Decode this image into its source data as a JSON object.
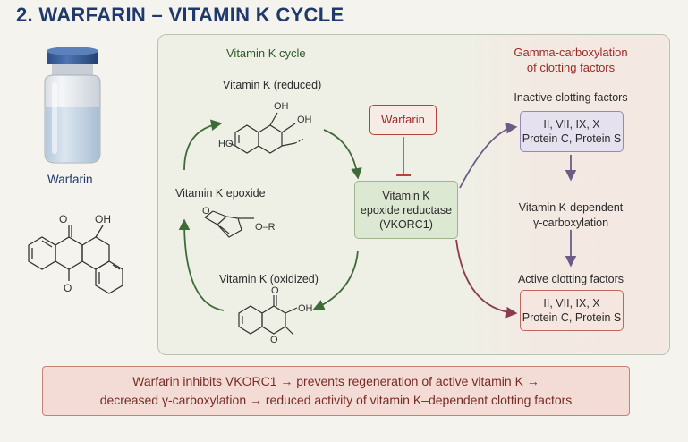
{
  "title": "2. WARFARIN – VITAMIN K CYCLE",
  "drug": {
    "label": "Warfarin",
    "structure_labels": {
      "o_top": "O",
      "oh": "OH",
      "o_bottom": "O"
    }
  },
  "cycle": {
    "heading": "Vitamin K cycle",
    "reduced": {
      "label": "Vitamin K (reduced)",
      "oh_top": "OH",
      "oh_right": "OH",
      "ho_left": "HO"
    },
    "epoxide": {
      "label": "Vitamin K epoxide",
      "o": "O",
      "r": "O–R"
    },
    "oxidized": {
      "label": "Vitamin K (oxidized)",
      "o": "O",
      "oh": "OH",
      "ring_o": "O"
    }
  },
  "inhibitor": {
    "label": "Warfarin"
  },
  "enzyme": {
    "line1": "Vitamin K",
    "line2": "epoxide reductase",
    "line3": "(VKORC1)"
  },
  "carboxylation": {
    "heading_line1": "Gamma-carboxylation",
    "heading_line2": "of clotting factors",
    "inactive_label": "Inactive clotting factors",
    "inactive_factors": "II, VII, IX, X",
    "inactive_proteins": "Protein C, Protein S",
    "step_line1": "Vitamin K-dependent",
    "step_line2": "γ-carboxylation",
    "active_label": "Active clotting factors",
    "active_factors": "II, VII, IX, X",
    "active_proteins": "Protein C, Protein S"
  },
  "summary": {
    "line1": "Warfarin inhibits VKORC1 → prevents regeneration of active vitamin K →",
    "line2": "decreased γ-carboxylation → reduced activity of vitamin K–dependent clotting factors"
  },
  "colors": {
    "title": "#1f3a6a",
    "cycle_green": "#3e6b38",
    "inhibit_red": "#b2443a",
    "purple_arrow": "#6e5a86"
  }
}
